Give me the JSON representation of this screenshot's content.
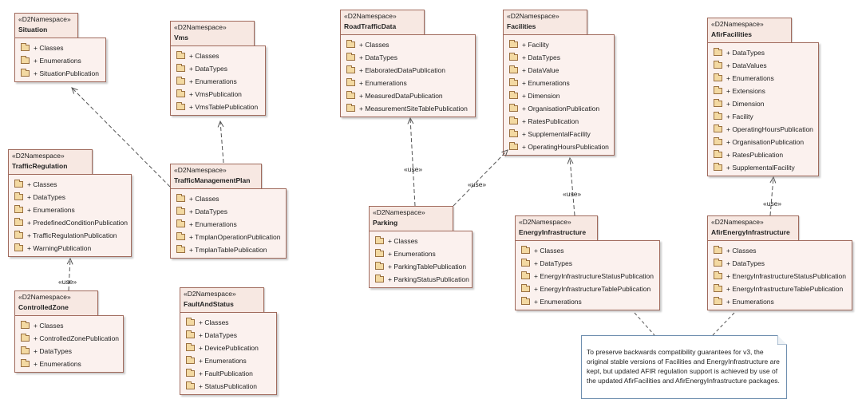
{
  "stereotype": "«D2Namespace»",
  "packages": [
    {
      "id": "situation",
      "name": "Situation",
      "items": [
        "+ Classes",
        "+ Enumerations",
        "+ SituationPublication"
      ]
    },
    {
      "id": "vms",
      "name": "Vms",
      "items": [
        "+ Classes",
        "+ DataTypes",
        "+ Enumerations",
        "+ VmsPublication",
        "+ VmsTablePublication"
      ]
    },
    {
      "id": "traffic-regulation",
      "name": "TrafficRegulation",
      "items": [
        "+ Classes",
        "+ DataTypes",
        "+ Enumerations",
        "+ PredefinedConditionPublication",
        "+ TrafficRegulationPublication",
        "+ WarningPublication"
      ]
    },
    {
      "id": "traffic-management-plan",
      "name": "TrafficManagementPlan",
      "items": [
        "+ Classes",
        "+ DataTypes",
        "+ Enumerations",
        "+ TmplanOperationPublication",
        "+ TmplanTablePublication"
      ]
    },
    {
      "id": "controlled-zone",
      "name": "ControlledZone",
      "items": [
        "+ Classes",
        "+ ControlledZonePublication",
        "+ DataTypes",
        "+ Enumerations"
      ]
    },
    {
      "id": "fault-and-status",
      "name": "FaultAndStatus",
      "items": [
        "+ Classes",
        "+ DataTypes",
        "+ DevicePublication",
        "+ Enumerations",
        "+ FaultPublication",
        "+ StatusPublication"
      ]
    },
    {
      "id": "road-traffic-data",
      "name": "RoadTrafficData",
      "items": [
        "+ Classes",
        "+ DataTypes",
        "+ ElaboratedDataPublication",
        "+ Enumerations",
        "+ MeasuredDataPublication",
        "+ MeasurementSiteTablePublication"
      ]
    },
    {
      "id": "facilities",
      "name": "Facilities",
      "items": [
        "+ Facility",
        "+ DataTypes",
        "+ DataValue",
        "+ Enumerations",
        "+ Dimension",
        "+ OrganisationPublication",
        "+ RatesPublication",
        "+ SupplementalFacility",
        "+ OperatingHoursPublication"
      ]
    },
    {
      "id": "parking",
      "name": "Parking",
      "items": [
        "+ Classes",
        "+ Enumerations",
        "+ ParkingTablePublication",
        "+ ParkingStatusPublication"
      ]
    },
    {
      "id": "energy-infrastructure",
      "name": "EnergyInfrastructure",
      "items": [
        "+ Classes",
        "+ DataTypes",
        "+ EnergyInfrastructureStatusPublication",
        "+ EnergyInfrastructureTablePublication",
        "+ Enumerations"
      ]
    },
    {
      "id": "afir-facilities",
      "name": "AfirFacilities",
      "items": [
        "+ DataTypes",
        "+ DataValues",
        "+ Enumerations",
        "+ Extensions",
        "+ Dimension",
        "+ Facility",
        "+ OperatingHoursPublication",
        "+ OrganisationPublication",
        "+ RatesPublication",
        "+ SupplementalFacility"
      ]
    },
    {
      "id": "afir-energy-infrastructure",
      "name": "AfirEnergyInfrastructure",
      "items": [
        "+ Classes",
        "+ DataTypes",
        "+ EnergyInfrastructureStatusPublication",
        "+ EnergyInfrastructureTablePublication",
        "+ Enumerations"
      ]
    }
  ],
  "dependencies": [
    {
      "from": "traffic-management-plan",
      "to": "situation",
      "label": ""
    },
    {
      "from": "traffic-management-plan",
      "to": "vms",
      "label": ""
    },
    {
      "from": "controlled-zone",
      "to": "traffic-regulation",
      "label": "«use»"
    },
    {
      "from": "parking",
      "to": "road-traffic-data",
      "label": "«use»"
    },
    {
      "from": "parking",
      "to": "facilities",
      "label": "«use»"
    },
    {
      "from": "energy-infrastructure",
      "to": "facilities",
      "label": "«use»"
    },
    {
      "from": "afir-energy-infrastructure",
      "to": "afir-facilities",
      "label": "«use»"
    }
  ],
  "note": {
    "text": "To preserve backwards compatibility guarantees for v3, the original stable versions of Facilities and EnergyInfrastructure are kept, but updated AFIR regulation support is achieved by use of the updated AfirFacilities and AfirEnergyInfrastructure packages.",
    "attached_to": [
      "energy-infrastructure",
      "afir-energy-infrastructure"
    ]
  },
  "colors": {
    "package_fill": "#fbf1ee",
    "package_tab_fill": "#f7e8e2",
    "package_border": "#a06a5c",
    "note_border": "#6f8faf",
    "line": "#555555"
  }
}
